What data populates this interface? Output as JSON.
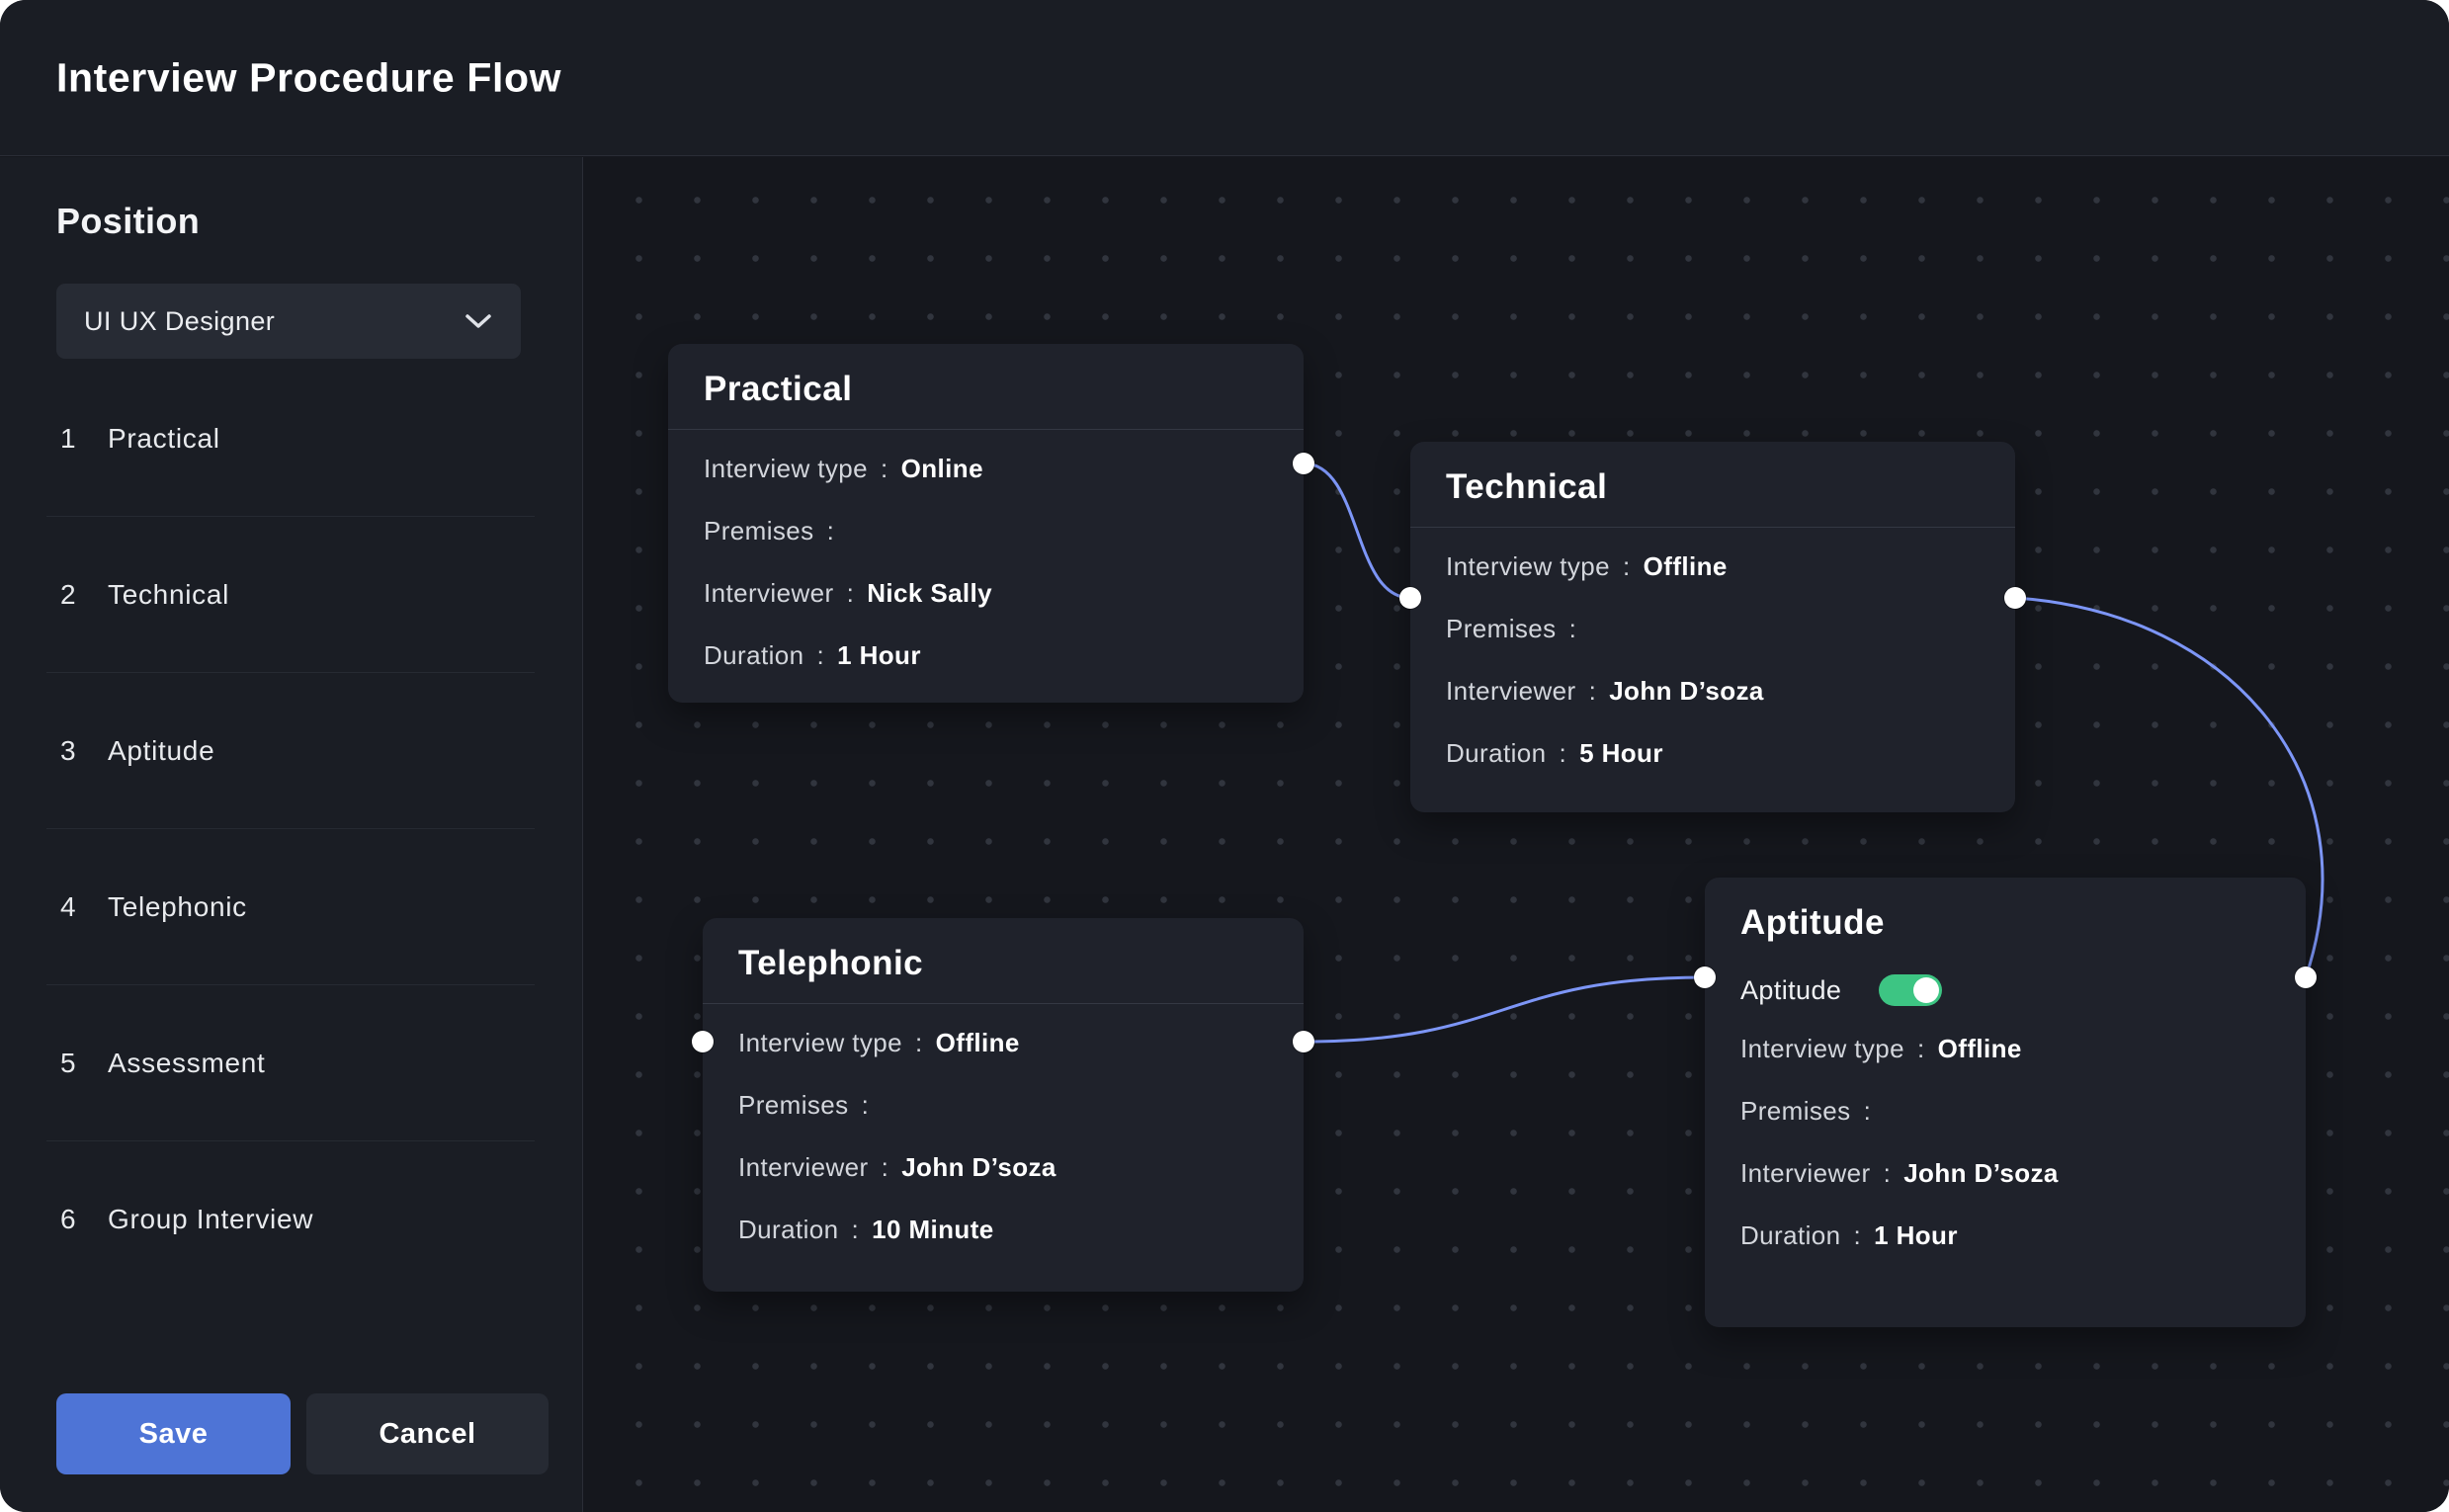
{
  "header": {
    "title": "Interview Procedure Flow"
  },
  "sidebar": {
    "position_label": "Position",
    "dropdown_value": "UI UX Designer",
    "items": [
      {
        "number": "1",
        "label": "Practical"
      },
      {
        "number": "2",
        "label": "Technical"
      },
      {
        "number": "3",
        "label": "Aptitude"
      },
      {
        "number": "4",
        "label": "Telephonic"
      },
      {
        "number": "5",
        "label": "Assessment"
      },
      {
        "number": "6",
        "label": "Group Interview"
      }
    ],
    "save_label": "Save",
    "cancel_label": "Cancel"
  },
  "glyphs": {
    "colon": ":"
  },
  "flow": {
    "nodes": [
      {
        "title": "Practical",
        "fields": [
          {
            "label": "Interview type",
            "value": "Online"
          },
          {
            "label": "Premises",
            "value": ""
          },
          {
            "label": "Interviewer",
            "value": "Nick Sally"
          },
          {
            "label": "Duration",
            "value": "1 Hour"
          }
        ]
      },
      {
        "title": "Technical",
        "fields": [
          {
            "label": "Interview type",
            "value": "Offline"
          },
          {
            "label": "Premises",
            "value": ""
          },
          {
            "label": "Interviewer",
            "value": "John D’soza"
          },
          {
            "label": "Duration",
            "value": "5 Hour"
          }
        ]
      },
      {
        "title": "Telephonic",
        "fields": [
          {
            "label": "Interview type",
            "value": "Offline"
          },
          {
            "label": "Premises",
            "value": ""
          },
          {
            "label": "Interviewer",
            "value": "John D’soza"
          },
          {
            "label": "Duration",
            "value": "10 Minute"
          }
        ]
      },
      {
        "title": "Aptitude",
        "toggle": {
          "label": "Aptitude",
          "state": "on"
        },
        "fields": [
          {
            "label": "Interview type",
            "value": "Offline"
          },
          {
            "label": "Premises",
            "value": ""
          },
          {
            "label": "Interviewer",
            "value": "John D’soza"
          },
          {
            "label": "Duration",
            "value": "1 Hour"
          }
        ]
      }
    ]
  },
  "colors": {
    "accent_blue": "#4e74d6",
    "edge_blue": "#7d96f7",
    "toggle_green": "#3dc583"
  }
}
